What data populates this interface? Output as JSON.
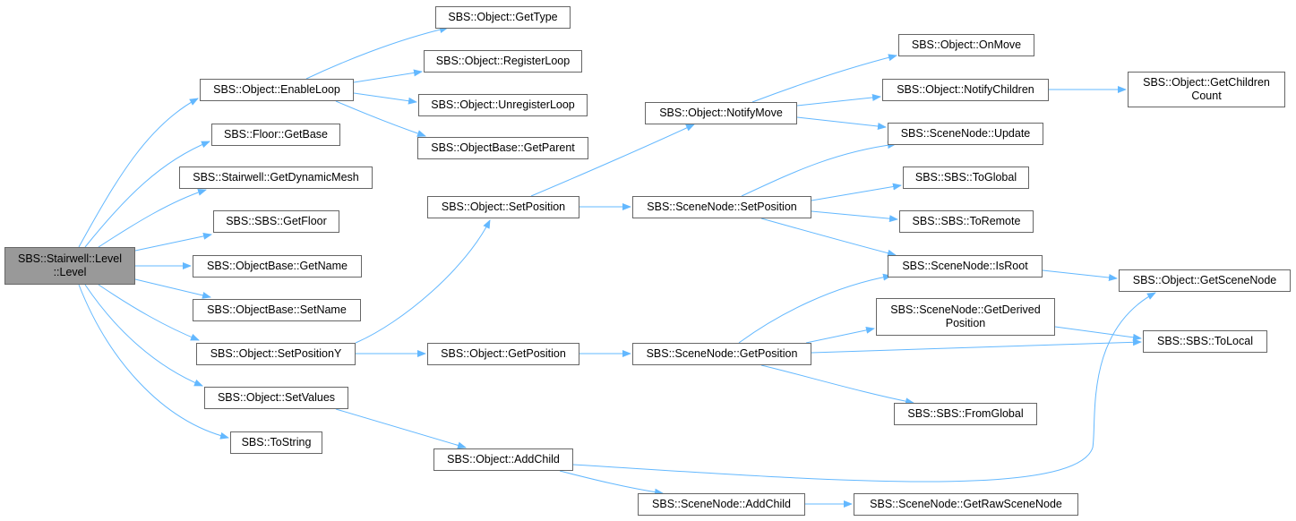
{
  "diagram": {
    "edge_color": "#63b8ff",
    "root_fill": "#999999",
    "node_border": "#666666",
    "nodes": [
      {
        "id": "root",
        "label": "SBS::Stairwell::Level\n::Level",
        "root": true
      },
      {
        "id": "enableloop",
        "label": "SBS::Object::EnableLoop"
      },
      {
        "id": "floor_getbase",
        "label": "SBS::Floor::GetBase"
      },
      {
        "id": "getdynamicmesh",
        "label": "SBS::Stairwell::GetDynamicMesh"
      },
      {
        "id": "getfloor",
        "label": "SBS::SBS::GetFloor"
      },
      {
        "id": "getname",
        "label": "SBS::ObjectBase::GetName"
      },
      {
        "id": "setname",
        "label": "SBS::ObjectBase::SetName"
      },
      {
        "id": "setpositiony",
        "label": "SBS::Object::SetPositionY"
      },
      {
        "id": "setvalues",
        "label": "SBS::Object::SetValues"
      },
      {
        "id": "tostring",
        "label": "SBS::ToString"
      },
      {
        "id": "gettype",
        "label": "SBS::Object::GetType"
      },
      {
        "id": "registerloop",
        "label": "SBS::Object::RegisterLoop"
      },
      {
        "id": "unregisterloop",
        "label": "SBS::Object::UnregisterLoop"
      },
      {
        "id": "getparent",
        "label": "SBS::ObjectBase::GetParent"
      },
      {
        "id": "obj_setposition",
        "label": "SBS::Object::SetPosition"
      },
      {
        "id": "obj_getposition",
        "label": "SBS::Object::GetPosition"
      },
      {
        "id": "addchild",
        "label": "SBS::Object::AddChild"
      },
      {
        "id": "notifymove",
        "label": "SBS::Object::NotifyMove"
      },
      {
        "id": "sn_setposition",
        "label": "SBS::SceneNode::SetPosition"
      },
      {
        "id": "sn_getposition",
        "label": "SBS::SceneNode::GetPosition"
      },
      {
        "id": "sn_addchild",
        "label": "SBS::SceneNode::AddChild"
      },
      {
        "id": "onmove",
        "label": "SBS::Object::OnMove"
      },
      {
        "id": "notifychildren",
        "label": "SBS::Object::NotifyChildren"
      },
      {
        "id": "sn_update",
        "label": "SBS::SceneNode::Update"
      },
      {
        "id": "toglobal",
        "label": "SBS::SBS::ToGlobal"
      },
      {
        "id": "toremote",
        "label": "SBS::SBS::ToRemote"
      },
      {
        "id": "isroot",
        "label": "SBS::SceneNode::IsRoot"
      },
      {
        "id": "getderivedposition",
        "label": "SBS::SceneNode::GetDerived\nPosition"
      },
      {
        "id": "fromglobal",
        "label": "SBS::SBS::FromGlobal"
      },
      {
        "id": "getrawscenenode",
        "label": "SBS::SceneNode::GetRawSceneNode"
      },
      {
        "id": "getchildrencount",
        "label": "SBS::Object::GetChildren\nCount"
      },
      {
        "id": "getscenenode",
        "label": "SBS::Object::GetSceneNode"
      },
      {
        "id": "tolocal",
        "label": "SBS::SBS::ToLocal"
      }
    ],
    "edges": [
      [
        "root",
        "enableloop"
      ],
      [
        "root",
        "floor_getbase"
      ],
      [
        "root",
        "getdynamicmesh"
      ],
      [
        "root",
        "getfloor"
      ],
      [
        "root",
        "getname"
      ],
      [
        "root",
        "setname"
      ],
      [
        "root",
        "setpositiony"
      ],
      [
        "root",
        "setvalues"
      ],
      [
        "root",
        "tostring"
      ],
      [
        "enableloop",
        "gettype"
      ],
      [
        "enableloop",
        "registerloop"
      ],
      [
        "enableloop",
        "unregisterloop"
      ],
      [
        "enableloop",
        "getparent"
      ],
      [
        "setpositiony",
        "obj_setposition"
      ],
      [
        "setpositiony",
        "obj_getposition"
      ],
      [
        "setvalues",
        "addchild"
      ],
      [
        "obj_setposition",
        "notifymove"
      ],
      [
        "obj_setposition",
        "sn_setposition"
      ],
      [
        "obj_getposition",
        "sn_getposition"
      ],
      [
        "addchild",
        "getscenenode"
      ],
      [
        "addchild",
        "sn_addchild"
      ],
      [
        "notifymove",
        "onmove"
      ],
      [
        "notifymove",
        "notifychildren"
      ],
      [
        "notifymove",
        "sn_update"
      ],
      [
        "notifychildren",
        "getchildrencount"
      ],
      [
        "sn_setposition",
        "sn_update"
      ],
      [
        "sn_setposition",
        "toglobal"
      ],
      [
        "sn_setposition",
        "toremote"
      ],
      [
        "sn_setposition",
        "isroot"
      ],
      [
        "sn_getposition",
        "isroot"
      ],
      [
        "sn_getposition",
        "getderivedposition"
      ],
      [
        "sn_getposition",
        "tolocal"
      ],
      [
        "sn_getposition",
        "fromglobal"
      ],
      [
        "isroot",
        "getscenenode"
      ],
      [
        "getderivedposition",
        "tolocal"
      ],
      [
        "sn_addchild",
        "getrawscenenode"
      ]
    ]
  }
}
